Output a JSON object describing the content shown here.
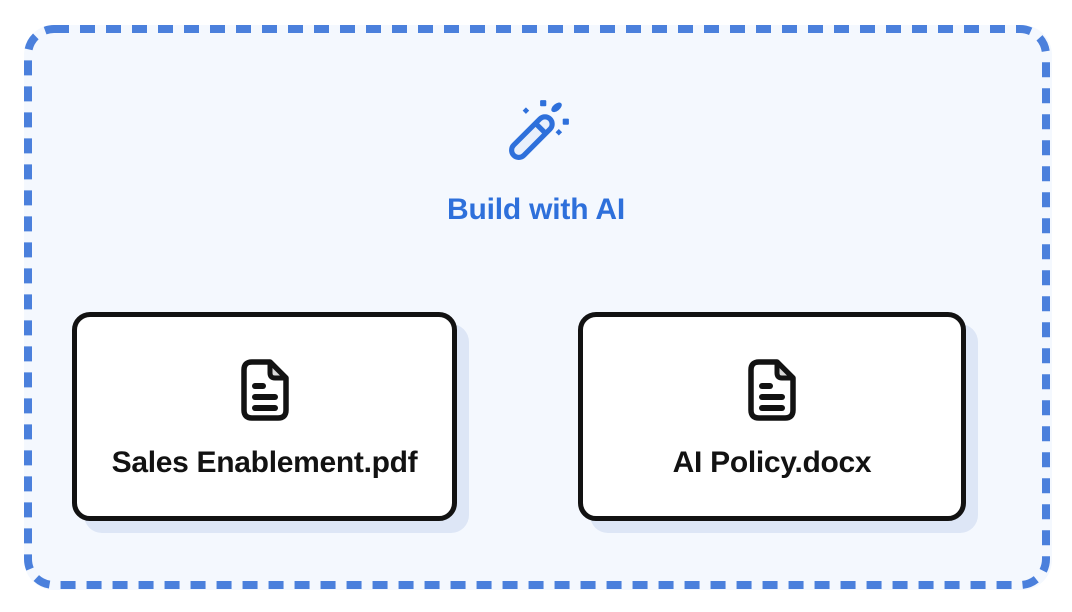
{
  "panel": {
    "hero": {
      "icon": "magic-wand-icon",
      "title": "Build with AI"
    },
    "cards": [
      {
        "icon": "document-icon",
        "filename": "Sales Enablement.pdf"
      },
      {
        "icon": "document-icon",
        "filename": "AI Policy.docx"
      }
    ],
    "colors": {
      "accent_blue": "#2e70db",
      "dash_blue": "#4b80dc",
      "panel_bg": "#f4f8fe",
      "card_shadow": "#dde6f6",
      "card_border": "#121212",
      "fold_gray": "#d9d9d9"
    }
  }
}
